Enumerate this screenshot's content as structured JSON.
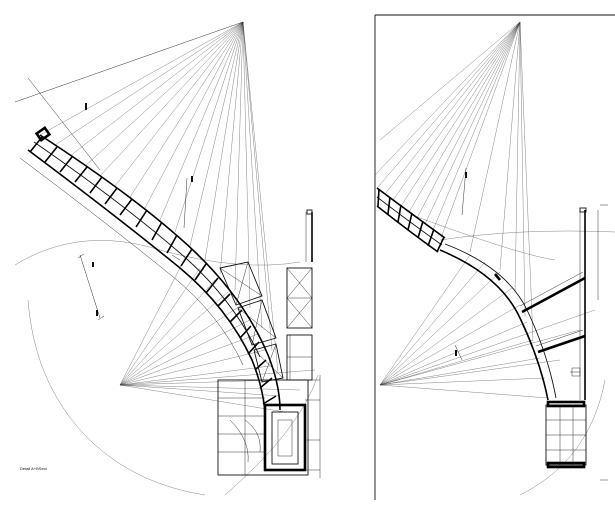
{
  "drawing": {
    "scale_label": "Detail A+BSect"
  },
  "panels": [
    {
      "name": "left-plan"
    },
    {
      "name": "right-plan"
    }
  ]
}
